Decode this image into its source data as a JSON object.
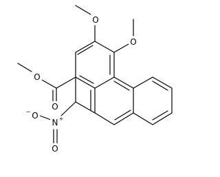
{
  "molecule": {
    "atoms": {
      "o_methoxy_left": "O",
      "o_methoxy_right": "O",
      "o_ester_single": "O",
      "o_ester_double": "O",
      "n_nitro": "N",
      "n_charge": "+",
      "o_nitro_top": "O",
      "o_nitro_bottom": "O",
      "o_nitro_charge": "−"
    }
  }
}
